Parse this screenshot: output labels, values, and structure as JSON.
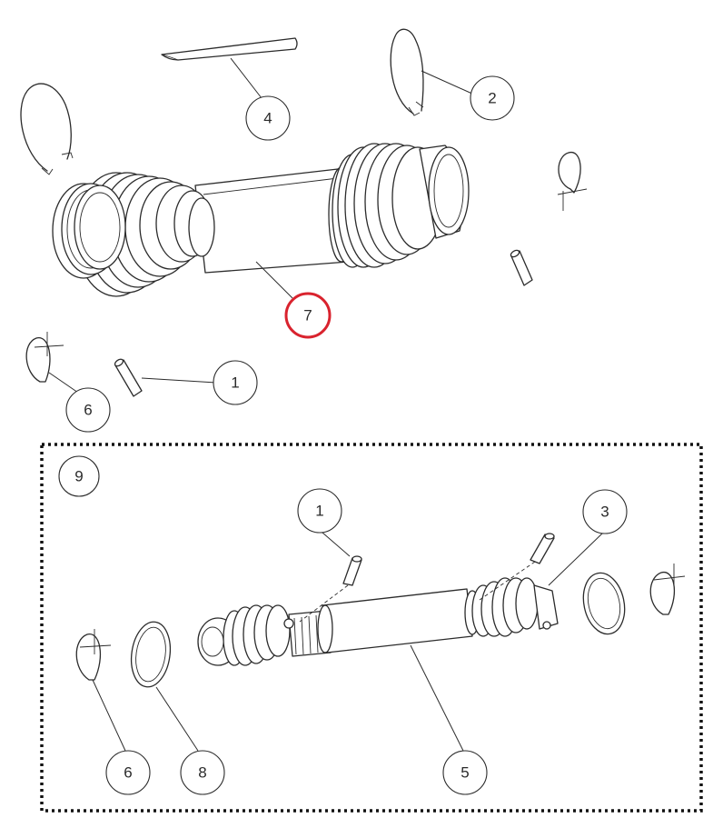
{
  "diagram": {
    "callouts": {
      "c1_top": "1",
      "c2": "2",
      "c4": "4",
      "c6_top": "6",
      "c7": "7",
      "c9": "9",
      "c1_inset": "1",
      "c3": "3",
      "c5": "5",
      "c6_inset": "6",
      "c8": "8"
    },
    "highlight_color": "#d9232e",
    "line_color": "#2b2b2b",
    "inset_border_style": "dotted"
  }
}
